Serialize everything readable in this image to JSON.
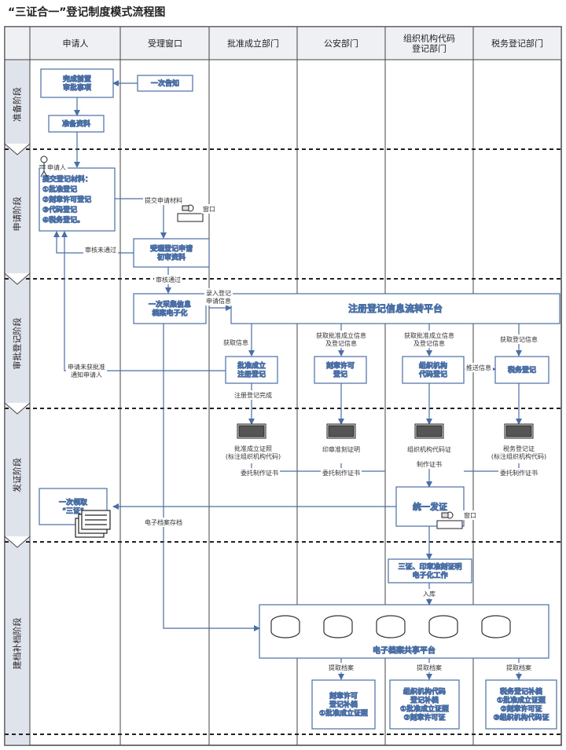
{
  "title": "“三证合一”登记制度模式流程图",
  "lanes": [
    "申请人",
    "受理窗口",
    "批准成立部门",
    "公安部门",
    "组织机构代码\n登记部门",
    "税务登记部门"
  ],
  "phases": [
    "准备阶段",
    "申请阶段",
    "审批登记阶段",
    "发证阶段",
    "建档补档阶段"
  ],
  "boxes": {
    "b_prep": "完成前置\n审批事项",
    "b_notice": "一次告知",
    "b_docs": "准备资料",
    "b_submit": "提交登记材料：\n①批准登记\n②刻章许可登记\n③代码登记\n④税务登记。",
    "b_accept": "受理登记申请\n初审资料",
    "b_collect": "一次采集信息\n档案电子化",
    "b_platform": "注册登记信息流转平台",
    "b_approve": "批准成立\n注册登记",
    "b_seal": "刻章许可\n登记",
    "b_org": "组织机构\n代码登记",
    "b_tax": "税务登记",
    "b_issue": "统一发证",
    "b_pickup": "一次领取\n“三证”",
    "b_digitize": "三证、印章准刻证明\n电子化工作",
    "b_archive": "电子档案共享平台",
    "b_seal_supp": "刻章许可\n登记补档\n①批准成立证照",
    "b_org_supp": "组织机构代码\n登记补档\n①批准成立证照\n②刻章许可证",
    "b_tax_supp": "税务登记补档\n①批准成立证照\n②刻章许可证\n③组织机构代码证"
  },
  "labels": {
    "l_applicant": "申请人",
    "l_submit": "提交申请材料",
    "l_window": "窗口",
    "l_fail": "审核未通过",
    "l_pass": "审核通过",
    "l_push": "录入登记\n申请信息",
    "l_get1": "获取信息",
    "l_get2": "获取批准成立信息\n及登记信息",
    "l_get3": "获取批准成立信息\n及登记信息",
    "l_get4": "获取登记信息",
    "l_reject": "申请未获批准\n通知申请人",
    "l_done": "注册登记完成",
    "l_push2": "推送信息",
    "l_cert1": "批准成立证照\n(标注组织机构代码)",
    "l_cert2": "印章准刻证明",
    "l_cert3": "组织机构代码证",
    "l_cert4": "税务登记证\n(标注组织机构代码)",
    "l_make": "制作证书",
    "l_entrust1": "委托制作证书",
    "l_entrust2": "委托制作证书",
    "l_entrust3": "委托制作证书",
    "l_window2": "窗口",
    "l_efile": "电子档案存档",
    "l_store": "入库",
    "l_fetch1": "提取档案",
    "l_fetch2": "提取档案",
    "l_fetch3": "提取档案"
  }
}
